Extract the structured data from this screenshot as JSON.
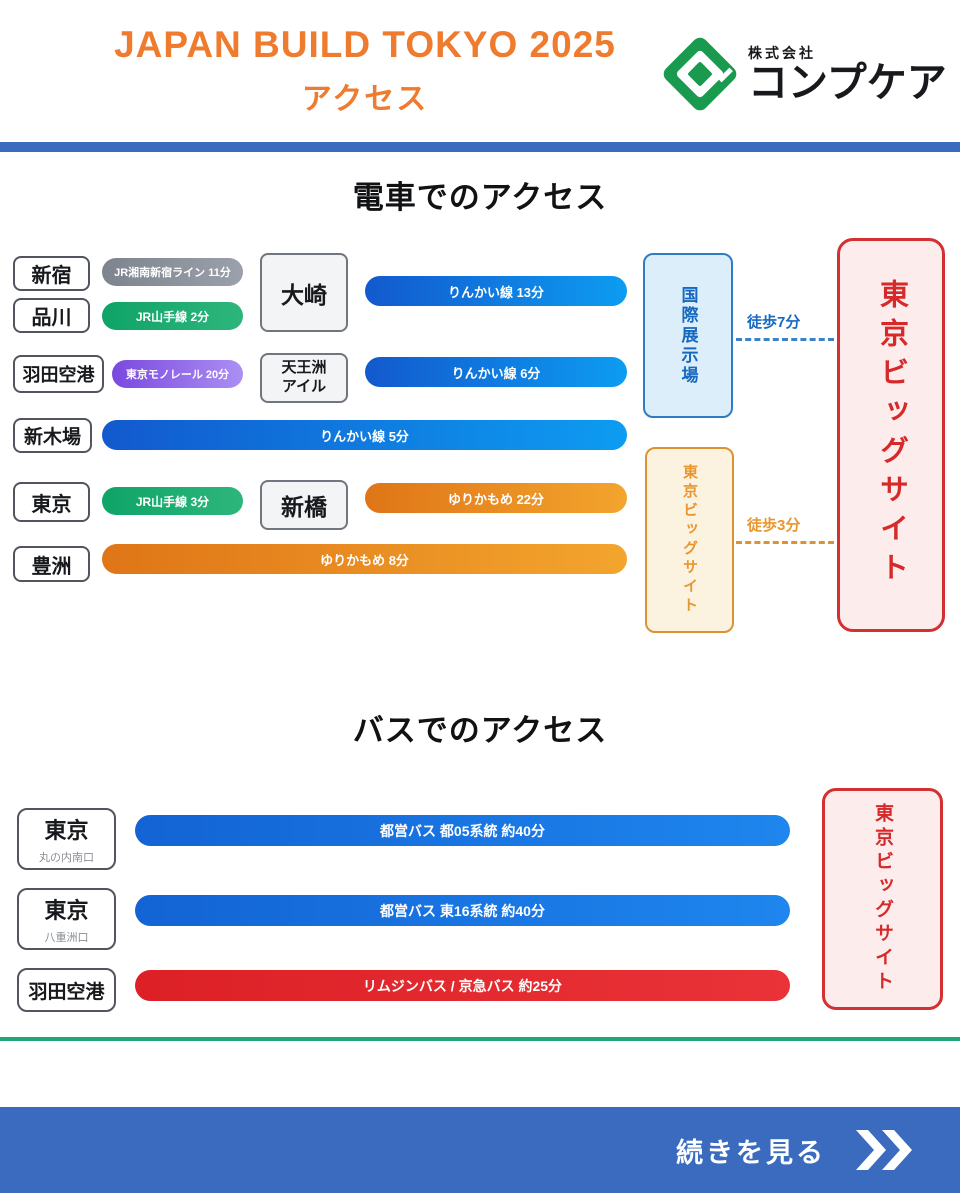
{
  "colors": {
    "accent_orange": "#ee7b2e",
    "divider_blue": "#3a6bbf",
    "logo_green": "#1a9a4f",
    "shonan_gray": "#8a9199",
    "yamanote_green": "#13a46c",
    "monorail_purple": "#8a5ce6",
    "rinkai_blue_start": "#1259cd",
    "rinkai_blue_end": "#0d9cf2",
    "yurikamome_orange_start": "#df7517",
    "yurikamome_orange_end": "#f3a52d",
    "bus_blue": "#1374e0",
    "bus_red": "#dc2026",
    "dest_blue_border": "#2f7cc4",
    "dest_orange_border": "#dd9232",
    "dest_red_border": "#d43032",
    "green_rule": "#20a679",
    "footer_blue": "#3a6bbf"
  },
  "header": {
    "title_line1": "JAPAN BUILD TOKYO 2025",
    "title_line2": "アクセス",
    "logo_company_prefix": "株式会社",
    "logo_company_name": "コンプケア"
  },
  "train": {
    "section_title": "電車でのアクセス",
    "stations": [
      "新宿",
      "品川",
      "羽田空港",
      "新木場",
      "東京",
      "豊洲"
    ],
    "routes": {
      "shonan": "JR湘南新宿ライン 11分",
      "yamanote1": "JR山手線 2分",
      "monorail": "東京モノレール 20分",
      "rinkai13": "りんかい線 13分",
      "rinkai6": "りんかい線 6分",
      "rinkai5": "りんかい線 5分",
      "yamanote2": "JR山手線 3分",
      "yurikamome22": "ゆりかもめ 22分",
      "yurikamome8": "ゆりかもめ 8分"
    },
    "transfers": {
      "osaki": "大崎",
      "tennozu_line1": "天王洲",
      "tennozu_line2": "アイル",
      "shimbashi": "新橋"
    },
    "destinations": {
      "kokusai": "国際展示場",
      "bigsight_station": "東京ビッグサイト",
      "final": "東京ビッグサイト"
    },
    "walks": {
      "walk7": "徒歩7分",
      "walk3": "徒歩3分"
    }
  },
  "bus": {
    "section_title": "バスでのアクセス",
    "rows": [
      {
        "origin": "東京",
        "origin_sub": "丸の内南口",
        "route": "都営バス 都05系統 約40分"
      },
      {
        "origin": "東京",
        "origin_sub": "八重洲口",
        "route": "都営バス 東16系統 約40分"
      },
      {
        "origin": "羽田空港",
        "origin_sub": "",
        "route": "リムジンバス / 京急バス 約25分"
      }
    ],
    "destination": "東京ビッグサイト"
  },
  "footer": {
    "cta": "続きを見る"
  }
}
